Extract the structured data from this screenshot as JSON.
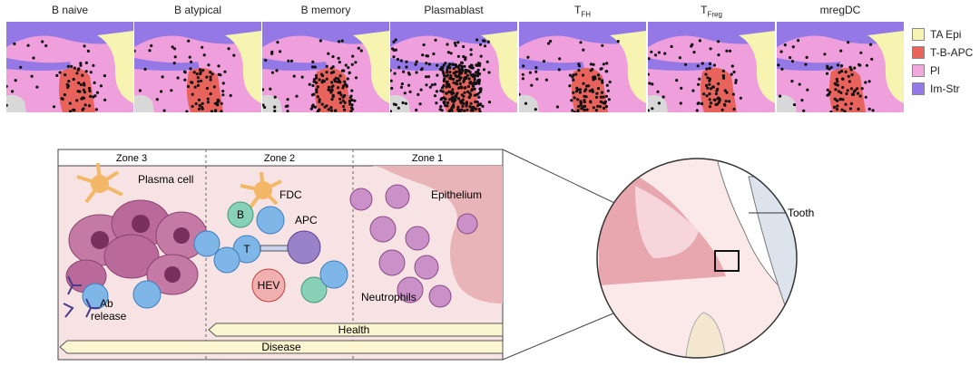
{
  "panels": [
    {
      "title": "B naive",
      "sub": "",
      "dots": 70
    },
    {
      "title": "B atypical",
      "sub": "",
      "dots": 80
    },
    {
      "title": "B memory",
      "sub": "",
      "dots": 140
    },
    {
      "title": "Plasmablast",
      "sub": "",
      "dots": 320
    },
    {
      "title": "T",
      "sub": "FH",
      "dots": 110
    },
    {
      "title": "T",
      "sub": "Freg",
      "dots": 90
    },
    {
      "title": "mregDC",
      "sub": "",
      "dots": 90
    }
  ],
  "legend": [
    {
      "label": "TA Epi",
      "color": "#f7f3b0"
    },
    {
      "label": "T-B-APC",
      "color": "#e8635c"
    },
    {
      "label": "Pl",
      "color": "#f2a9df"
    },
    {
      "label": "Im-Str",
      "color": "#9378e6"
    }
  ],
  "zones": [
    "Zone 3",
    "Zone 2",
    "Zone 1"
  ],
  "labels": {
    "plasma_cell": "Plasma cell",
    "fdc": "FDC",
    "b": "B",
    "t": "T",
    "apc": "APC",
    "hev": "HEV",
    "epithelium": "Epithelium",
    "neutrophils": "Neutrophils",
    "ab_line1": "Ab",
    "ab_line2": "release",
    "tooth": "Tooth",
    "health": "Health",
    "disease": "Disease"
  },
  "colors": {
    "dot": "#111111",
    "zone_bg": "#f7e3e3",
    "epithelium": "#e9b4b7",
    "plasma": "#b96a9a",
    "blue_cell": "#7fb6e8",
    "teal_cell": "#88d0b8",
    "neutrophil": "#c991c7",
    "fdc": "#f3b867",
    "arrow_fill": "#fbf6cf"
  }
}
